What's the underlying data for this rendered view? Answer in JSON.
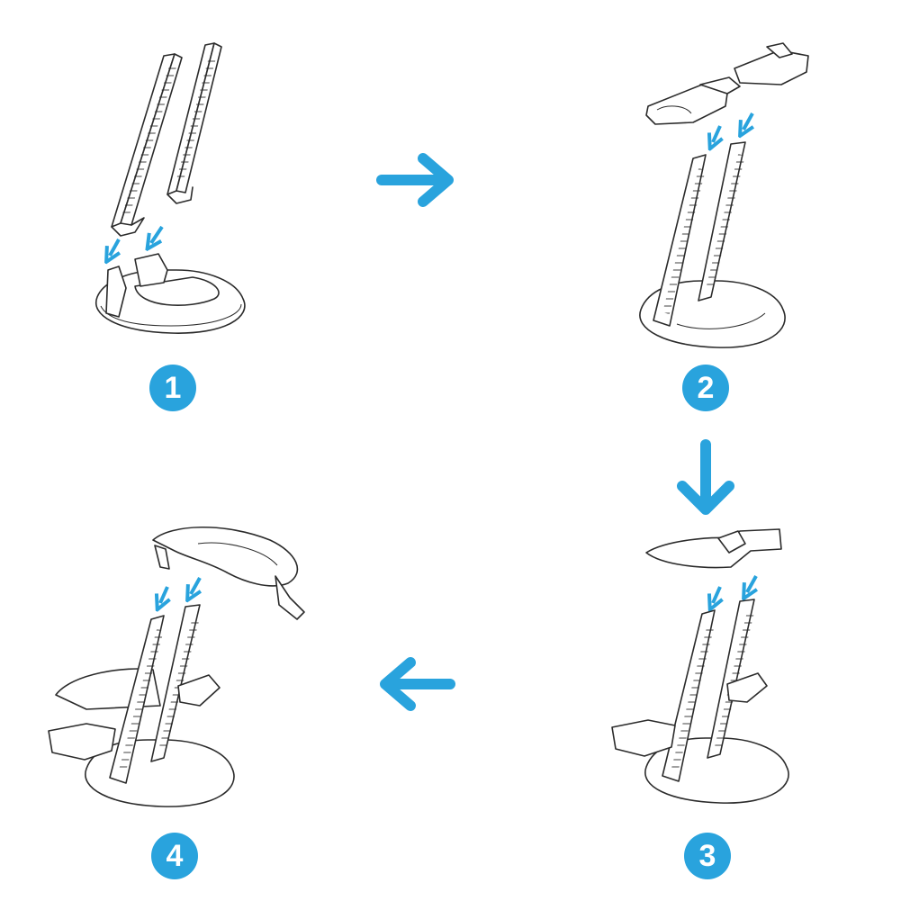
{
  "accent_color": "#29a3dd",
  "line_color": "#2b2b2b",
  "steps": [
    {
      "number": "1"
    },
    {
      "number": "2"
    },
    {
      "number": "3"
    },
    {
      "number": "4"
    }
  ],
  "flow_arrows": [
    {
      "icon": "arrow-right-icon"
    },
    {
      "icon": "arrow-down-icon"
    },
    {
      "icon": "arrow-left-icon"
    }
  ]
}
